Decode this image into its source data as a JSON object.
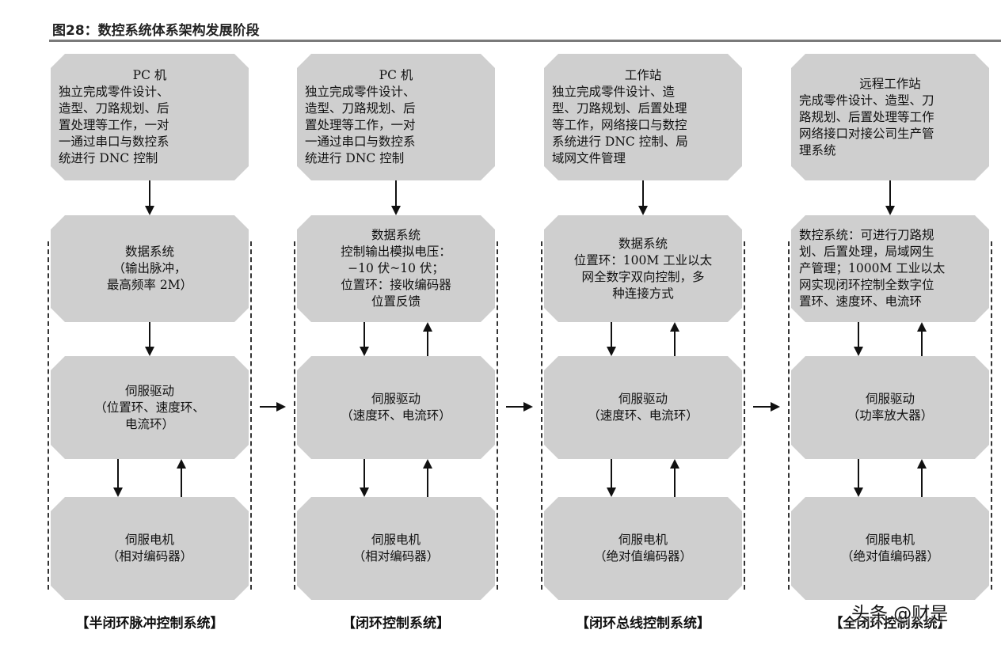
{
  "figure_title": "图28：数控系统体系架构发展阶段",
  "columns": [
    {
      "top": {
        "title": "PC 机",
        "lines": [
          "独立完成零件设计、",
          "造型、刀路规划、后",
          "置处理等工作，一对",
          "一通过串口与数控系",
          "统进行 DNC 控制"
        ]
      },
      "control": {
        "lines": [
          "数据系统",
          "（输出脉冲，",
          "最高频率 2M）"
        ]
      },
      "servo": {
        "lines": [
          "伺服驱动",
          "（位置环、速度环、",
          "电流环）"
        ]
      },
      "motor": {
        "lines": [
          "伺服电机",
          "（相对编码器）"
        ]
      },
      "caption": "【半闭环脉冲控制系统】"
    },
    {
      "top": {
        "title": "PC 机",
        "lines": [
          "独立完成零件设计、",
          "造型、刀路规划、后",
          "置处理等工作，一对",
          "一通过串口与数控系",
          "统进行 DNC 控制"
        ]
      },
      "control": {
        "lines": [
          "数据系统",
          "控制输出模拟电压：",
          "−10 伏~10 伏；",
          "位置环：接收编码器",
          "位置反馈"
        ]
      },
      "servo": {
        "lines": [
          "伺服驱动",
          "（速度环、电流环）"
        ]
      },
      "motor": {
        "lines": [
          "伺服电机",
          "（相对编码器）"
        ]
      },
      "caption": "【闭环控制系统】"
    },
    {
      "top": {
        "title": "工作站",
        "lines": [
          "独立完成零件设计、造",
          "型、刀路规划、后置处理",
          "等工作，网络接口与数控",
          "系统进行 DNC 控制、局",
          "域网文件管理"
        ]
      },
      "control": {
        "lines": [
          "数据系统",
          "位置环：100M 工业以太",
          "网全数字双向控制，多",
          "种连接方式"
        ]
      },
      "servo": {
        "lines": [
          "伺服驱动",
          "（速度环、电流环）"
        ]
      },
      "motor": {
        "lines": [
          "伺服电机",
          "（绝对值编码器）"
        ]
      },
      "caption": "【闭环总线控制系统】"
    },
    {
      "top": {
        "title": "远程工作站",
        "lines": [
          "完成零件设计、造型、刀",
          "路规划、后置处理等工作",
          "网络接口对接公司生产管",
          "理系统"
        ]
      },
      "control": {
        "lines": [
          "数控系统：可进行刀路规",
          "划、后置处理，局域网生",
          "产管理；1000M 工业以太",
          "网实现闭环控制全数字位",
          "置环、速度环、电流环"
        ]
      },
      "servo": {
        "lines": [
          "伺服驱动",
          "（功率放大器）"
        ]
      },
      "motor": {
        "lines": [
          "伺服电机",
          "（绝对值编码器）"
        ]
      },
      "caption": "【全闭环控制系统】"
    }
  ],
  "watermark": "头条 @财是",
  "colors": {
    "box_fill": "#cfcfcf",
    "rule": "#7a7a7a",
    "ink": "#111111"
  }
}
